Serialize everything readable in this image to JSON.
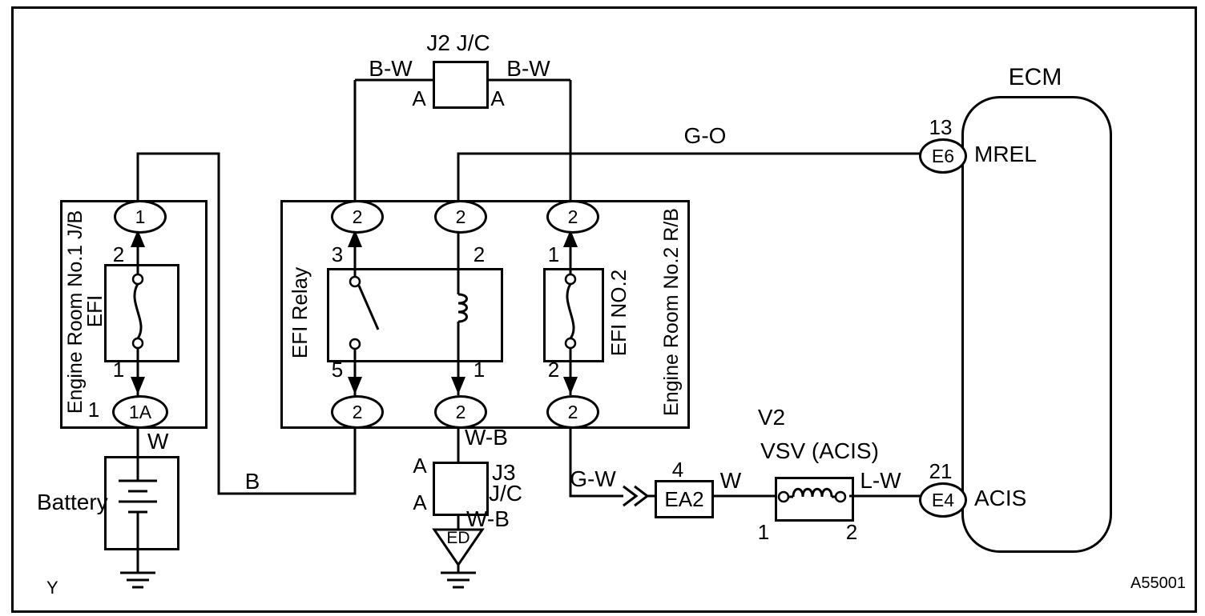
{
  "corners": {
    "page_marker": "Y",
    "drawing_code": "A55001"
  },
  "j2": {
    "title": "J2 J/C",
    "wire_left": "B-W",
    "wire_right": "B-W",
    "pin_left": "A",
    "pin_right": "A"
  },
  "jb1": {
    "name": "Engine Room No.1 J/B",
    "connector_top": "1",
    "fuse_name": "EFI",
    "fuse_pin_top": "2",
    "fuse_pin_bottom": "1",
    "pin_out": "1",
    "connector_bottom": "1A",
    "wire_to_battery": "W"
  },
  "battery": {
    "name": "Battery"
  },
  "wire_b": "B",
  "rb2": {
    "name": "Engine Room No.2 R/B",
    "relay_name": "EFI Relay",
    "relay_pin_top": "3",
    "relay_pin_bottom": "5",
    "coil_pin_top": "2",
    "coil_pin_bottom": "1",
    "fuse2_name": "EFI NO.2",
    "fuse2_pin_top": "1",
    "fuse2_pin_bottom": "2",
    "connectors_top": [
      "2",
      "2",
      "2"
    ],
    "connectors_bottom": [
      "2",
      "2",
      "2"
    ]
  },
  "j3": {
    "title_line1": "J3",
    "title_line2": "J/C",
    "pin_top": "A",
    "pin_bottom": "A",
    "wire_in": "W-B",
    "wire_out": "W-B",
    "ground_code": "ED"
  },
  "acis_path": {
    "wire_gw": "G-W",
    "ea2_pin": "4",
    "ea2_label": "EA2",
    "wire_w": "W",
    "wire_lw": "L-W"
  },
  "vsv": {
    "code": "V2",
    "name": "VSV (ACIS)",
    "pin_left": "1",
    "pin_right": "2"
  },
  "ecm": {
    "name": "ECM",
    "wire_mrel": "G-O",
    "mrel_pin": "13",
    "mrel_connector": "E6",
    "mrel_signal": "MREL",
    "acis_pin": "21",
    "acis_connector": "E4",
    "acis_signal": "ACIS"
  }
}
